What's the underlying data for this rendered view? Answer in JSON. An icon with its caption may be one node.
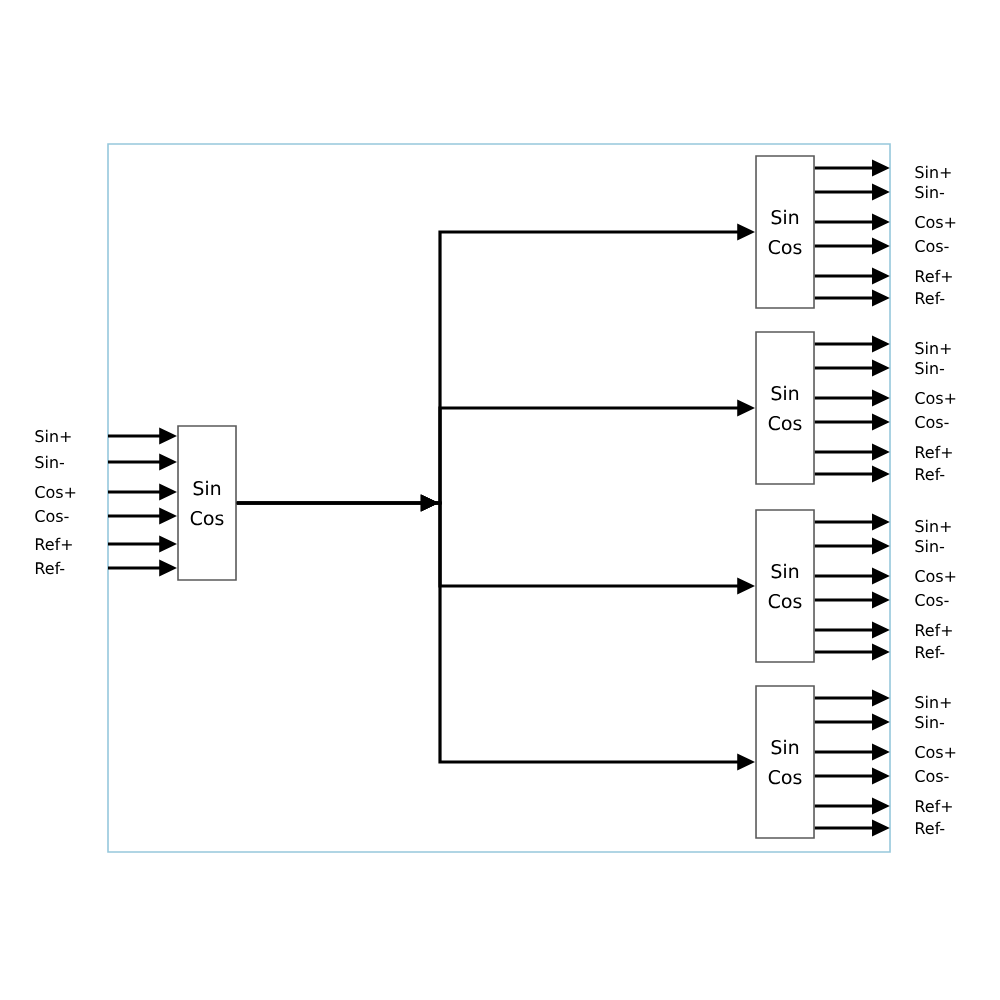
{
  "diagram": {
    "nodes": [
      {
        "text": [
          "Sin+"
        ]
      },
      {
        "text": [
          "Sin-"
        ]
      },
      {
        "text": [
          "Cos+"
        ]
      },
      {
        "text": [
          "Cos-"
        ]
      },
      {
        "text": [
          "Ref+"
        ]
      },
      {
        "text": [
          "Ref-"
        ]
      },
      {
        "text": [
          "Sin Cos"
        ]
      },
      {
        "text": [
          "Sin Cos"
        ]
      },
      {
        "text": [
          "Sin+"
        ]
      },
      {
        "text": [
          "Sin-"
        ]
      },
      {
        "text": [
          "Cos+"
        ]
      },
      {
        "text": [
          "Cos-"
        ]
      },
      {
        "text": [
          "Ref+"
        ]
      },
      {
        "text": [
          "Ref-"
        ]
      },
      {
        "text": [
          "Sin Cos"
        ]
      },
      {
        "text": [
          "Sin+"
        ]
      },
      {
        "text": [
          "Sin-"
        ]
      },
      {
        "text": [
          "Cos+"
        ]
      },
      {
        "text": [
          "Cos-"
        ]
      },
      {
        "text": [
          "Ref+"
        ]
      },
      {
        "text": [
          "Ref-"
        ]
      },
      {
        "text": [
          "Sin Cos"
        ]
      },
      {
        "text": [
          "Sin+"
        ]
      },
      {
        "text": [
          "Sin-"
        ]
      },
      {
        "text": [
          "Cos+"
        ]
      },
      {
        "text": [
          "Cos-"
        ]
      },
      {
        "text": [
          "Ref+"
        ]
      },
      {
        "text": [
          "Ref-"
        ]
      },
      {
        "text": [
          "Sin Cos"
        ]
      },
      {
        "text": [
          "Sin+"
        ]
      },
      {
        "text": [
          "Sin-"
        ]
      },
      {
        "text": [
          "Cos+"
        ]
      },
      {
        "text": [
          "Cos-"
        ]
      },
      {
        "text": [
          "Ref+"
        ]
      },
      {
        "text": [
          "Ref-"
        ]
      }
    ],
    "edges": [
      {
        "from": 0,
        "to": 6,
        "arrow": "to"
      },
      {
        "from": 1,
        "to": 6,
        "arrow": "to"
      },
      {
        "from": 2,
        "to": 6,
        "arrow": "to"
      },
      {
        "from": 3,
        "to": 6,
        "arrow": "to"
      },
      {
        "from": 4,
        "to": 6,
        "arrow": "to"
      },
      {
        "from": 5,
        "to": 6,
        "arrow": "to"
      },
      {
        "from": 6,
        "to": 7,
        "arrow": "to"
      },
      {
        "from": 6,
        "to": 14,
        "arrow": "to"
      },
      {
        "from": 6,
        "to": 21,
        "arrow": "to"
      },
      {
        "from": 6,
        "to": 28,
        "arrow": "to"
      },
      {
        "from": 7,
        "to": 8,
        "arrow": "to"
      },
      {
        "from": 7,
        "to": 9,
        "arrow": "to"
      },
      {
        "from": 7,
        "to": 10,
        "arrow": "to"
      },
      {
        "from": 7,
        "to": 11,
        "arrow": "to"
      },
      {
        "from": 7,
        "to": 12,
        "arrow": "to"
      },
      {
        "from": 7,
        "to": 13,
        "arrow": "to"
      },
      {
        "from": 14,
        "to": 15,
        "arrow": "to"
      },
      {
        "from": 14,
        "to": 16,
        "arrow": "to"
      },
      {
        "from": 14,
        "to": 17,
        "arrow": "to"
      },
      {
        "from": 14,
        "to": 18,
        "arrow": "to"
      },
      {
        "from": 14,
        "to": 19,
        "arrow": "to"
      },
      {
        "from": 14,
        "to": 20,
        "arrow": "to"
      },
      {
        "from": 21,
        "to": 22,
        "arrow": "to"
      },
      {
        "from": 21,
        "to": 23,
        "arrow": "to"
      },
      {
        "from": 21,
        "to": 24,
        "arrow": "to"
      },
      {
        "from": 21,
        "to": 25,
        "arrow": "to"
      },
      {
        "from": 21,
        "to": 26,
        "arrow": "to"
      },
      {
        "from": 21,
        "to": 27,
        "arrow": "to"
      },
      {
        "from": 28,
        "to": 29,
        "arrow": "to"
      },
      {
        "from": 28,
        "to": 30,
        "arrow": "to"
      },
      {
        "from": 28,
        "to": 31,
        "arrow": "to"
      },
      {
        "from": 28,
        "to": 32,
        "arrow": "to"
      },
      {
        "from": 28,
        "to": 33,
        "arrow": "to"
      },
      {
        "from": 28,
        "to": 34,
        "arrow": "to"
      }
    ]
  }
}
